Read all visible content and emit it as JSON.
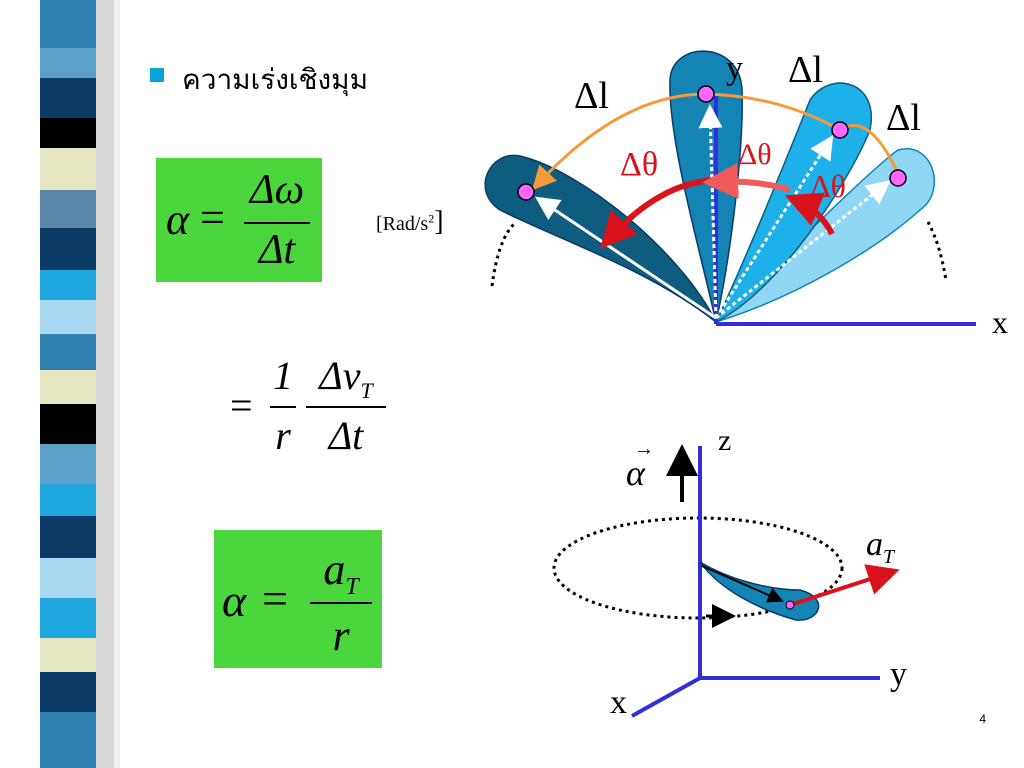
{
  "slide": {
    "bullet": "ความเร่งเชิงมุม",
    "page_number": "4"
  },
  "eq1": {
    "lhs": "α",
    "eq": "=",
    "num": "Δω",
    "den": "Δt",
    "unit": "[Rad/s",
    "unit_sup": "2",
    "unit_close": "]"
  },
  "eq2": {
    "eq": "=",
    "n1": "1",
    "d1": "r",
    "n2": "Δv",
    "n2_sub": "T",
    "d2": "Δt"
  },
  "eq3": {
    "lhs": "α",
    "eq": "=",
    "num": "a",
    "num_sub": "T",
    "den": "r"
  },
  "diagram1": {
    "y_label": "y",
    "x_label": "x",
    "dl_labels": [
      "Δl",
      "Δl",
      "Δl"
    ],
    "dtheta_labels": [
      "Δθ",
      "Δθ",
      "Δθ"
    ]
  },
  "diagram2": {
    "z_label": "z",
    "y_label": "y",
    "x_label": "x",
    "alpha_vec": "α",
    "aT": "a",
    "aT_sub": "T"
  },
  "colors": {
    "green": "#4ad63c",
    "blue_axis": "#2f2fdc",
    "red_arrow": "#d9121b",
    "orange_arc": "#f39a3b",
    "petal_dark": "#0e5c80",
    "petal_mid": "#1384b4",
    "petal_light": "#1eb0e8",
    "petal_pale": "#8fd7f5",
    "point": "#ff66ff"
  }
}
